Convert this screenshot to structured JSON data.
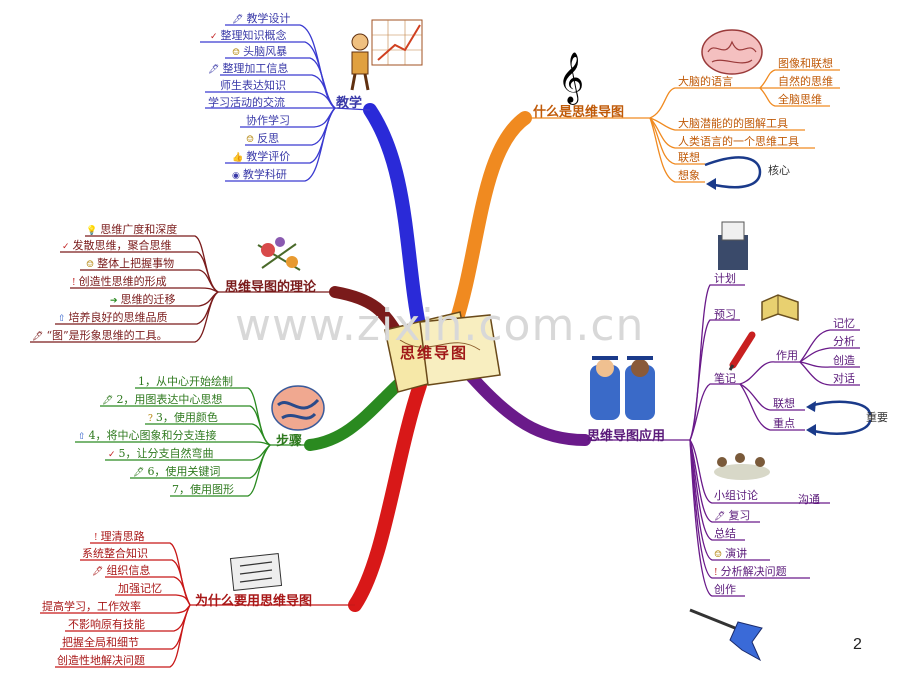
{
  "watermark": "www.zixin.com.cn",
  "page_number": "2",
  "center": {
    "title": "思维导图"
  },
  "branches": {
    "teaching": {
      "title": "教学",
      "color": "#3a3ad0",
      "items": [
        "教学设计",
        "整理知识概念",
        "头脑风暴",
        "整理加工信息",
        "师生表达知识",
        "学习活动的交流",
        "协作学习",
        "反思",
        "教学评价",
        "教学科研"
      ]
    },
    "what": {
      "title": "什么是思维导图",
      "color": "#f08a20",
      "brain_language": "大脑的语言",
      "brain_sub": [
        "图像和联想",
        "自然的思维",
        "全脑思维"
      ],
      "items": [
        "大脑潜能的的图解工具",
        "人类语言的一个思维工具",
        "联想",
        "想象"
      ],
      "core": "核心"
    },
    "theory": {
      "title": "思维导图的理论",
      "color": "#8a2020",
      "items": [
        "思维广度和深度",
        "发散思维，聚合思维",
        "整体上把握事物",
        "创造性思维的形成",
        "思维的迁移",
        "培养良好的思维品质",
        "“图”是形象思维的工具。"
      ]
    },
    "steps": {
      "title": "步骤",
      "color": "#2a8a20",
      "items": [
        "1，从中心开始绘制",
        "2，用图表达中心思想",
        "3，使用颜色",
        "4，将中心图象和分支连接",
        "5，让分支自然弯曲",
        "6，使用关键词",
        "7，使用图形"
      ]
    },
    "apply": {
      "title": "思维导图应用",
      "color": "#6a1a8a",
      "items": [
        "计划",
        "预习",
        "笔记",
        "小组讨论",
        "复习",
        "总结",
        "演讲",
        "分析解决问题",
        "创作"
      ],
      "use": "作用",
      "use_items": [
        "记忆",
        "分析",
        "创造",
        "对话"
      ],
      "assoc": "联想",
      "key": "重点",
      "important": "重要",
      "communicate": "沟通"
    },
    "why": {
      "title": "为什么要用思维导图",
      "color": "#c81818",
      "items": [
        "理清思路",
        "系统整合知识",
        "组织信息",
        "加强记忆",
        "提高学习，工作效率",
        "不影响原有技能",
        "把握全局和细节",
        "创造性地解决问题"
      ]
    }
  }
}
